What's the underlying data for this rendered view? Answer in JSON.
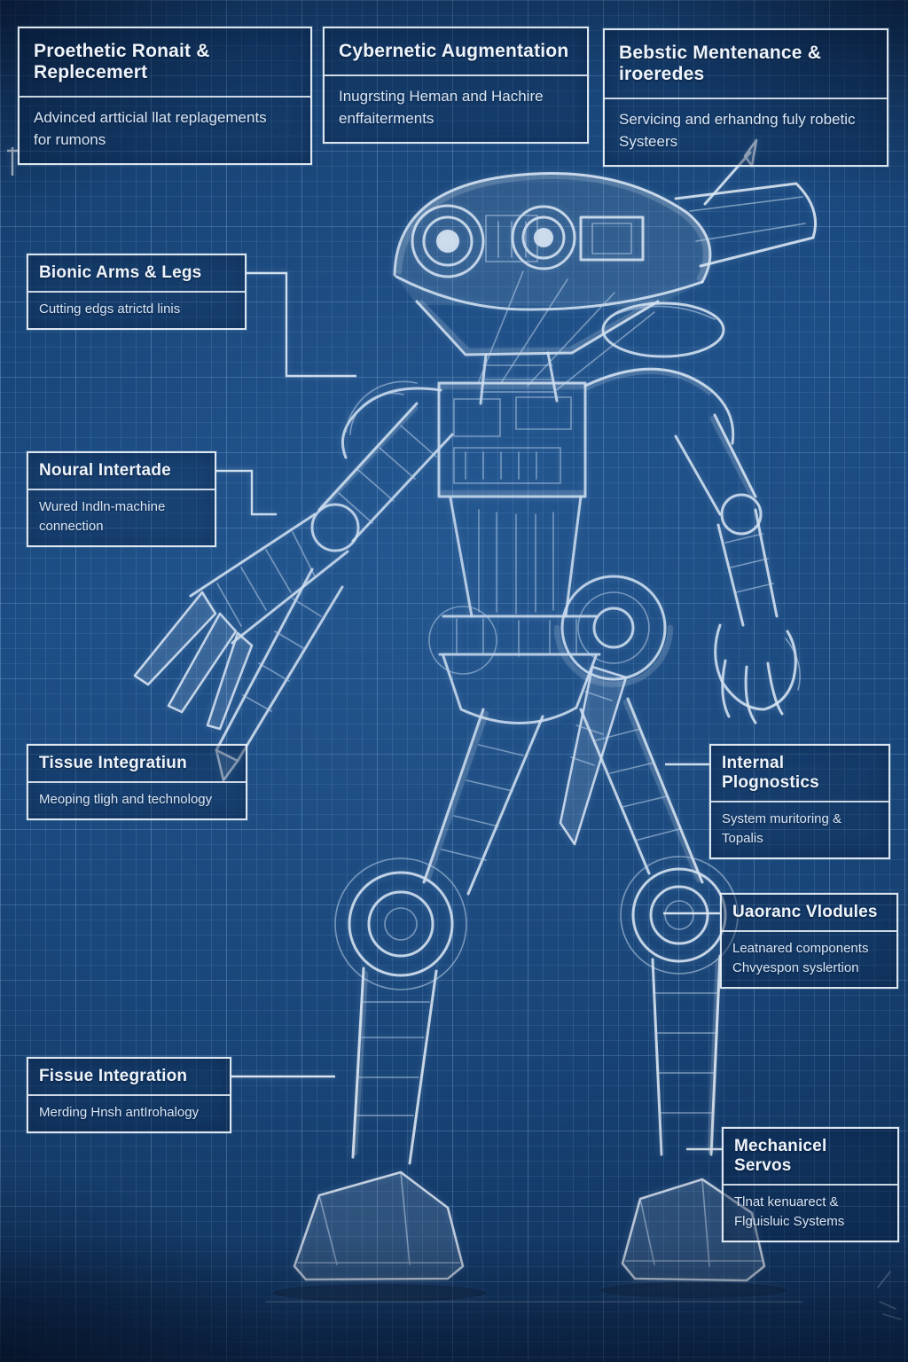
{
  "palette": {
    "background_blue": "#1b4a80",
    "grid_line": "#5f92c9",
    "sketch_white": "#e9f1fb",
    "title_text": "#eef4fb",
    "subtitle_text": "#d9e6f5"
  },
  "artwork": {
    "description": "Hand-sketched humanoid robot blueprint, front view, white chalk lines on blue grid"
  },
  "callouts": [
    {
      "id": "prosthetic",
      "title": "Proethetic Ronait & Replecemert",
      "subtitle": "Advinced artticial llat replagements\nfor rumons"
    },
    {
      "id": "cybernetic",
      "title": "Cybernetic Augmentation",
      "subtitle": "Inugrsting Heman and Hachire\nenffaiterments"
    },
    {
      "id": "robotic-maintenance",
      "title": "Bebstic Mentenance & iroeredes",
      "subtitle": "Servicing and erhandng fuly robetic\nSysteers"
    },
    {
      "id": "bionic-limbs",
      "title": "Bionic Arms & Legs",
      "subtitle": "Cutting edgs atrictd linis"
    },
    {
      "id": "neural-interface",
      "title": "Noural Intertade",
      "subtitle": "Wured Indln-machine\nconnection"
    },
    {
      "id": "tissue-integration-1",
      "title": "Tissue Integratiun",
      "subtitle": "Meoping tligh and technology"
    },
    {
      "id": "internal-diagnostics",
      "title": "Internal Plognostics",
      "subtitle": "System muritoring &\nTopalis"
    },
    {
      "id": "hydraulic-modules",
      "title": "Uaoranc Vlodules",
      "subtitle": "Leatnared components\nChvyespon syslertion"
    },
    {
      "id": "tissue-integration-2",
      "title": "Fissue Integration",
      "subtitle": "Merding Hnsh antIrohalogy"
    },
    {
      "id": "mechanical-servos",
      "title": "Mechanicel Servos",
      "subtitle": "Tlnat kenuarect &\nFlguisluic Systems"
    }
  ]
}
